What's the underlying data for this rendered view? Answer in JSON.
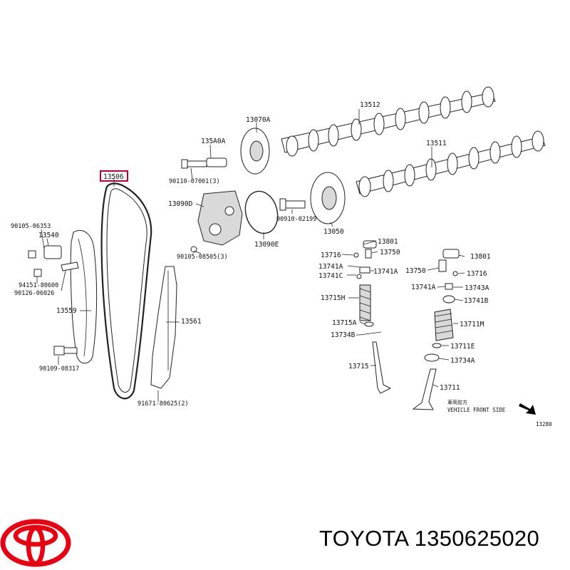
{
  "diagram": {
    "highlight_color": "#b0003a",
    "labels": [
      {
        "id": "lbl-13506",
        "text": "13506"
      },
      {
        "id": "lbl-13070a",
        "text": "13070A"
      },
      {
        "id": "lbl-13512",
        "text": "13512"
      },
      {
        "id": "lbl-13511",
        "text": "13511"
      },
      {
        "id": "lbl-135a0a",
        "text": "135A0A"
      },
      {
        "id": "lbl-90110",
        "text": "90110-07001(3)"
      },
      {
        "id": "lbl-13090d",
        "text": "13090D"
      },
      {
        "id": "lbl-90910",
        "text": "90910-02199"
      },
      {
        "id": "lbl-13050",
        "text": "13050"
      },
      {
        "id": "lbl-13090e",
        "text": "13090E"
      },
      {
        "id": "lbl-90105-08505",
        "text": "90105-08505(3)"
      },
      {
        "id": "lbl-90105-06353",
        "text": "90105-06353"
      },
      {
        "id": "lbl-13540",
        "text": "13540"
      },
      {
        "id": "lbl-94151",
        "text": "94151-80600"
      },
      {
        "id": "lbl-90126",
        "text": "90126-06026"
      },
      {
        "id": "lbl-13559",
        "text": "13559"
      },
      {
        "id": "lbl-13561",
        "text": "13561"
      },
      {
        "id": "lbl-90109",
        "text": "90109-08317"
      },
      {
        "id": "lbl-91671",
        "text": "91671-80625(2)"
      },
      {
        "id": "lbl-13801-a",
        "text": "13801"
      },
      {
        "id": "lbl-13716-a",
        "text": "13716"
      },
      {
        "id": "lbl-13750-a",
        "text": "13750"
      },
      {
        "id": "lbl-13741a-a",
        "text": "13741A"
      },
      {
        "id": "lbl-13741a-b",
        "text": "13741A"
      },
      {
        "id": "lbl-13741c",
        "text": "13741C"
      },
      {
        "id": "lbl-13715h",
        "text": "13715H"
      },
      {
        "id": "lbl-13715a",
        "text": "13715A"
      },
      {
        "id": "lbl-13734b",
        "text": "13734B"
      },
      {
        "id": "lbl-13715",
        "text": "13715"
      },
      {
        "id": "lbl-13801-b",
        "text": "13801"
      },
      {
        "id": "lbl-13750-b",
        "text": "13750"
      },
      {
        "id": "lbl-13716-b",
        "text": "13716"
      },
      {
        "id": "lbl-13741a-c",
        "text": "13741A"
      },
      {
        "id": "lbl-13743a",
        "text": "13743A"
      },
      {
        "id": "lbl-13741b",
        "text": "13741B"
      },
      {
        "id": "lbl-13711m",
        "text": "13711M"
      },
      {
        "id": "lbl-13711e",
        "text": "13711E"
      },
      {
        "id": "lbl-13734a",
        "text": "13734A"
      },
      {
        "id": "lbl-13711",
        "text": "13711"
      },
      {
        "id": "lbl-direction-jp",
        "text": "車両前方"
      },
      {
        "id": "lbl-direction-en",
        "text": "VEHICLE FRONT SIDE"
      },
      {
        "id": "lbl-fig",
        "text": "13280"
      }
    ]
  },
  "caption": {
    "brand": "TOYOTA",
    "part_number": "1350625020",
    "logo_color": "#e60012"
  }
}
